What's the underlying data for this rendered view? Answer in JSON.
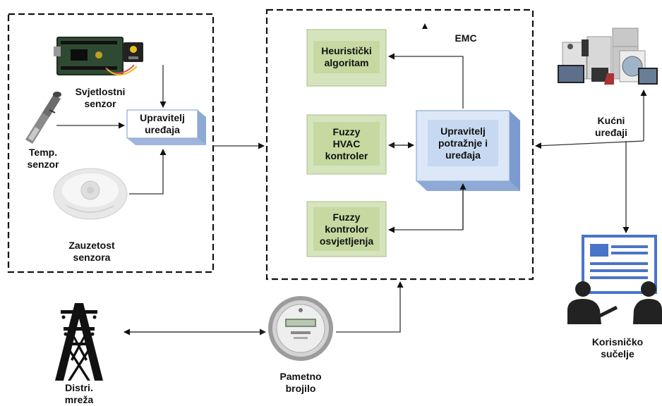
{
  "left_panel": {
    "light_sensor_label": "Svjetlostni\nsenzor",
    "temp_sensor_label": "Temp.\nsenzor",
    "occupancy_sensor_label": "Zauzetost\nsenzora",
    "device_manager_label": "Upravitelj\nuređaja"
  },
  "emc_panel": {
    "title": "EMC",
    "heuristic_label": "Heuristički\nalgoritam",
    "hvac_label": "Fuzzy\nHVAC\nkontroler",
    "lighting_label": "Fuzzy\nkontrolor\nosvjetljenja",
    "demand_manager_label": "Upravitelj\npotražnje i\nuređaja"
  },
  "external": {
    "appliances_label": "Kućni\nuređaji",
    "user_interface_label": "Korisničko\nsučelje",
    "smart_meter_label": "Pametno\nbrojilo",
    "grid_label": "Distri.\nmreža"
  },
  "colors": {
    "green_box": "#d6e4bd",
    "green_inner": "#c5d9a0",
    "blue_box": "#dce8f8",
    "blue_inner": "#c7d9f1",
    "blue_side": "#8fa9d6",
    "icon_blue": "#4a74c8",
    "dark_icon": "#1a1a1a"
  }
}
